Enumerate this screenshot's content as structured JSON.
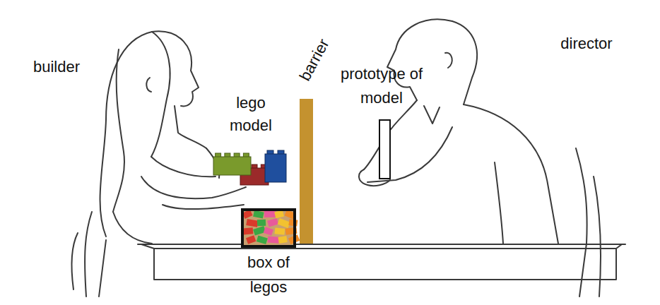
{
  "diagram": {
    "nodes": [
      {
        "text": [
          "lego model"
        ]
      },
      {
        "text": [
          "barrier"
        ]
      },
      {
        "text": [
          "prototype of model"
        ]
      },
      {
        "text": [
          "box of legos"
        ]
      }
    ],
    "labels": [
      "builder",
      "director"
    ]
  }
}
